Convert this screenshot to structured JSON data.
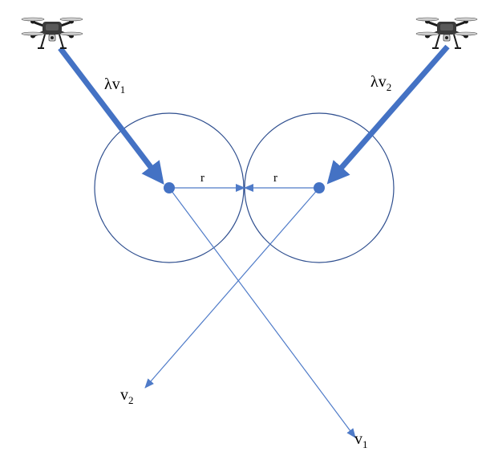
{
  "colors": {
    "circle": "#2F4F8F",
    "arrow": "#4472C4",
    "thin_line": "#4F7BC8",
    "drone_body": "#3a3a3a",
    "drone_dark": "#1a1a1a",
    "drone_light": "#cfcfcf"
  },
  "labels": {
    "lambda_v1_main": "λv",
    "lambda_v1_sub": "1",
    "lambda_v2_main": "λv",
    "lambda_v2_sub": "2",
    "r_left": "r",
    "r_right": "r",
    "v1_main": "v",
    "v1_sub": "1",
    "v2_main": "v",
    "v2_sub": "2"
  },
  "icons": {
    "drone_left": "quadcopter-drone-icon",
    "drone_right": "quadcopter-drone-icon"
  }
}
